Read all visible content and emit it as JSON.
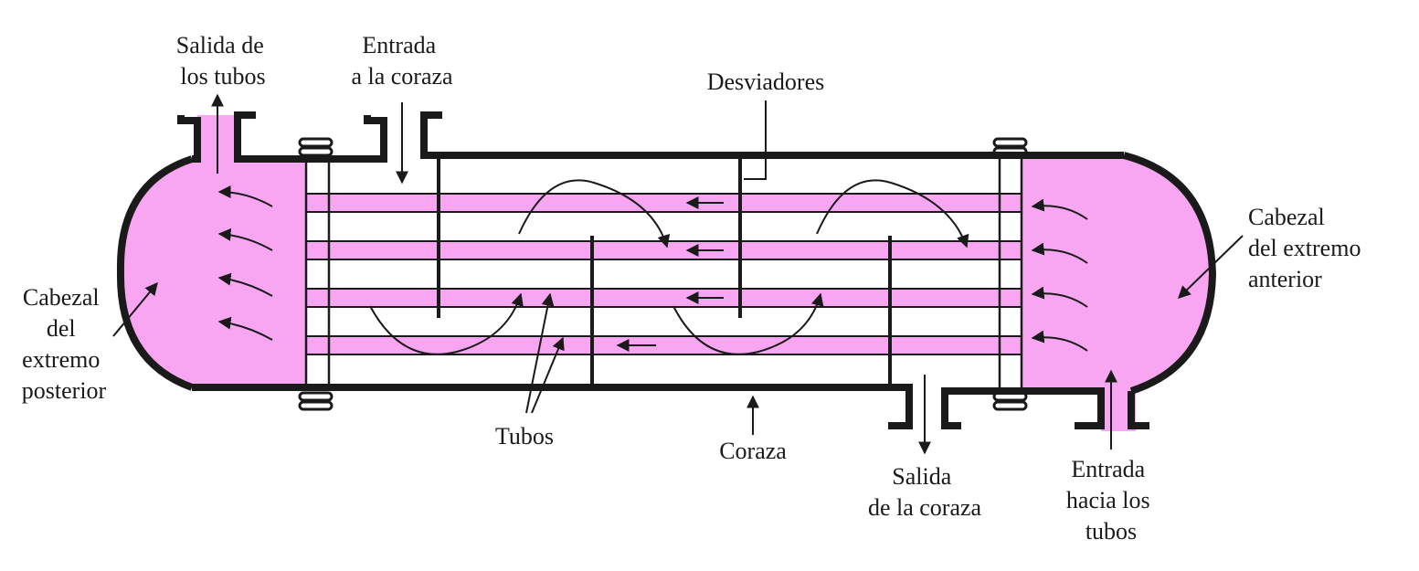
{
  "labels": {
    "tube_outlet": [
      "Salida de",
      "los tubos"
    ],
    "shell_inlet": [
      "Entrada",
      "a la coraza"
    ],
    "baffles": [
      "Desviadores"
    ],
    "rear_head": [
      "Cabezal",
      "del",
      "extremo",
      "posterior"
    ],
    "front_head": [
      "Cabezal",
      "del extremo",
      "anterior"
    ],
    "tubes": [
      "Tubos"
    ],
    "shell": [
      "Coraza"
    ],
    "shell_outlet": [
      "Salida",
      "de la coraza"
    ],
    "tube_inlet": [
      "Entrada",
      "hacia los",
      "tubos"
    ]
  },
  "colors": {
    "tube_fluid": "#f9a6f2",
    "outline": "#1a1a1a",
    "background": "#ffffff"
  }
}
